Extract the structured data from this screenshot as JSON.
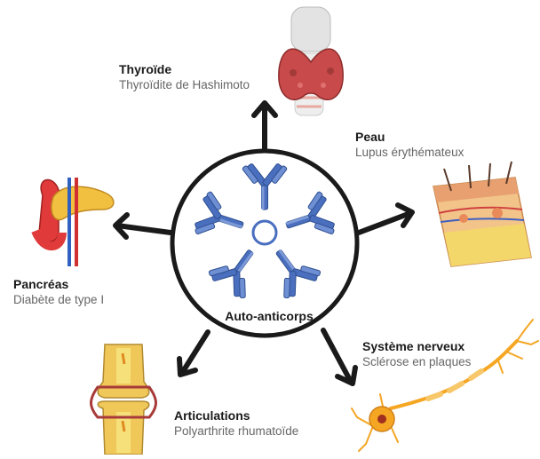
{
  "center": {
    "label": "Auto-anticorps"
  },
  "organs": [
    {
      "title": "Thyroïde",
      "subtitle": "Thyroïdite de Hashimoto",
      "icon": "thyroid-icon"
    },
    {
      "title": "Peau",
      "subtitle": "Lupus érythémateux",
      "icon": "skin-icon"
    },
    {
      "title": "Pancréas",
      "subtitle": "Diabète de type I",
      "icon": "pancreas-icon"
    },
    {
      "title": "Système nerveux",
      "subtitle": "Sclérose en plaques",
      "icon": "neuron-icon"
    },
    {
      "title": "Articulations",
      "subtitle": "Polyarthrite rhumatoïde",
      "icon": "joint-icon"
    }
  ],
  "colors": {
    "antibody": "#4a6fbf",
    "arrow": "#1a1a1a",
    "thyroid": "#c94a4a",
    "skin": "#f2c48a",
    "pancreas": "#f2c040",
    "neuron": "#f5a623",
    "bone": "#f0c85a"
  }
}
